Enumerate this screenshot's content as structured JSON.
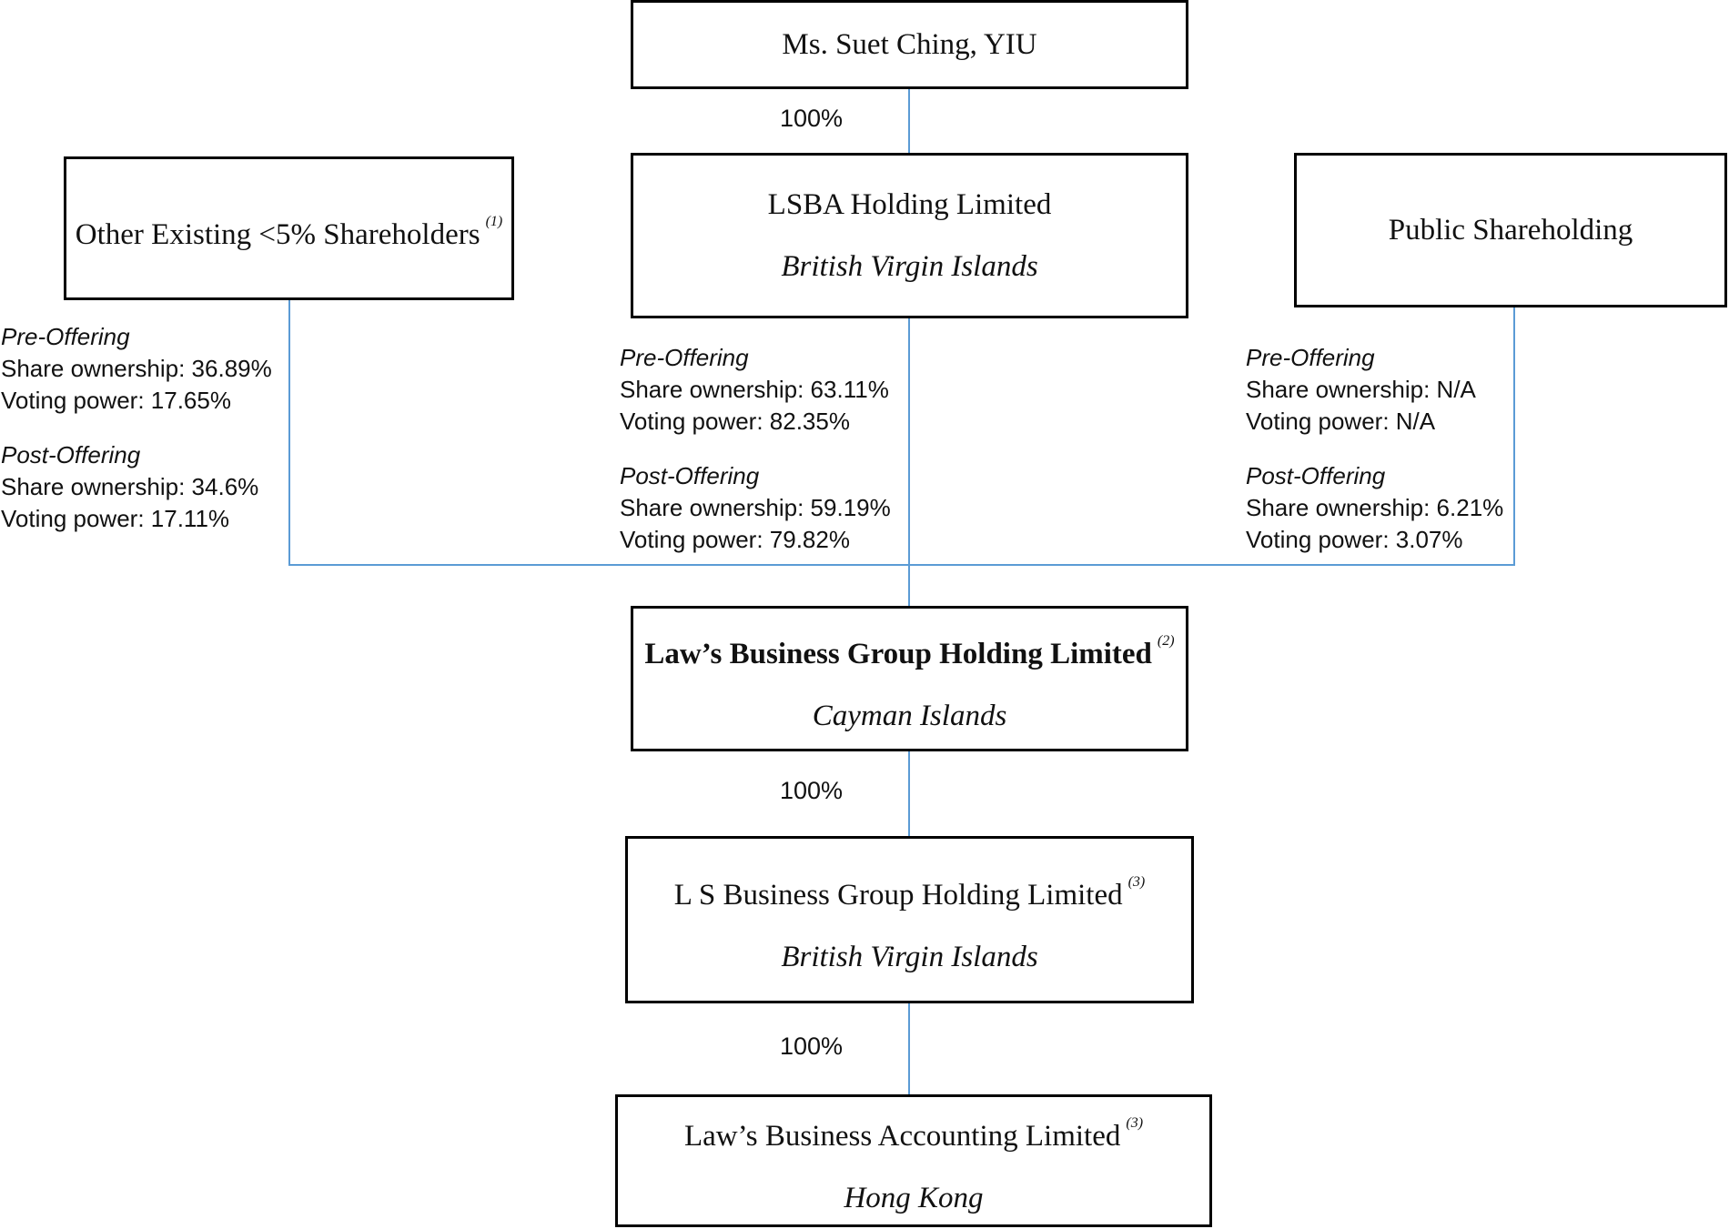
{
  "entities": {
    "yiu": {
      "name": "Ms. Suet Ching, YIU"
    },
    "other": {
      "name": "Other Existing <5% Shareholders",
      "note": "(1)"
    },
    "lsba": {
      "name": "LSBA Holding Limited",
      "jurisdiction": "British Virgin Islands"
    },
    "public": {
      "name": "Public Shareholding"
    },
    "laws_group": {
      "name": "Law’s Business Group Holding Limited",
      "note": "(2)",
      "jurisdiction": "Cayman Islands"
    },
    "ls_group": {
      "name": "L S Business Group Holding Limited",
      "note": "(3)",
      "jurisdiction": "British Virgin Islands"
    },
    "laws_accounting": {
      "name": "Law’s Business Accounting Limited",
      "note": "(3)",
      "jurisdiction": "Hong Kong"
    }
  },
  "ownership_labels": {
    "yiu_to_lsba": "100%",
    "laws_group_to_ls_group": "100%",
    "ls_group_to_accounting": "100%"
  },
  "holdings": {
    "other": {
      "pre_label": "Pre-Offering",
      "pre_share": "Share ownership: 36.89%",
      "pre_voting": "Voting power: 17.65%",
      "post_label": "Post-Offering",
      "post_share": "Share ownership: 34.6%",
      "post_voting": "Voting power: 17.11%"
    },
    "lsba": {
      "pre_label": "Pre-Offering",
      "pre_share": "Share ownership: 63.11%",
      "pre_voting": "Voting power: 82.35%",
      "post_label": "Post-Offering",
      "post_share": "Share ownership: 59.19%",
      "post_voting": "Voting power: 79.82%"
    },
    "public": {
      "pre_label": "Pre-Offering",
      "pre_share": "Share ownership: N/A",
      "pre_voting": "Voting power: N/A",
      "post_label": "Post-Offering",
      "post_share": "Share ownership: 6.21%",
      "post_voting": "Voting power: 3.07%"
    }
  }
}
